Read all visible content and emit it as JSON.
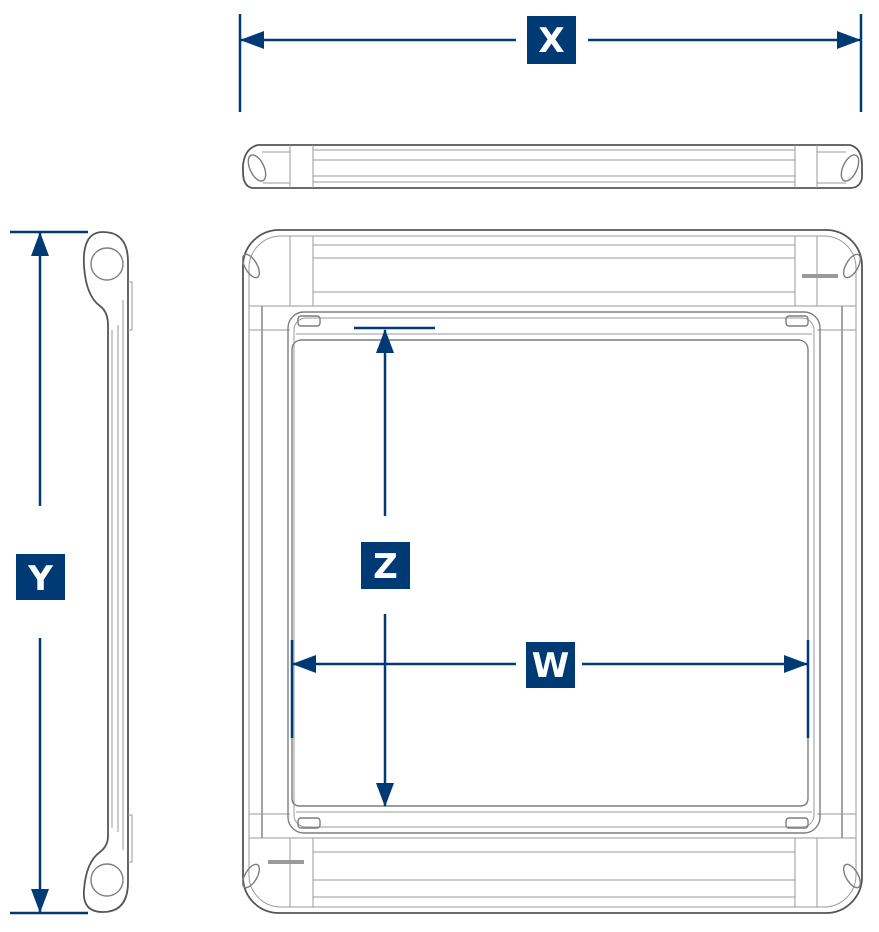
{
  "colors": {
    "dimension": "#003a75",
    "label_text": "#ffffff",
    "outline": "#7d7d7d"
  },
  "dimensions": {
    "x": {
      "label": "X"
    },
    "y": {
      "label": "Y"
    },
    "z": {
      "label": "Z"
    },
    "w": {
      "label": "W"
    }
  }
}
